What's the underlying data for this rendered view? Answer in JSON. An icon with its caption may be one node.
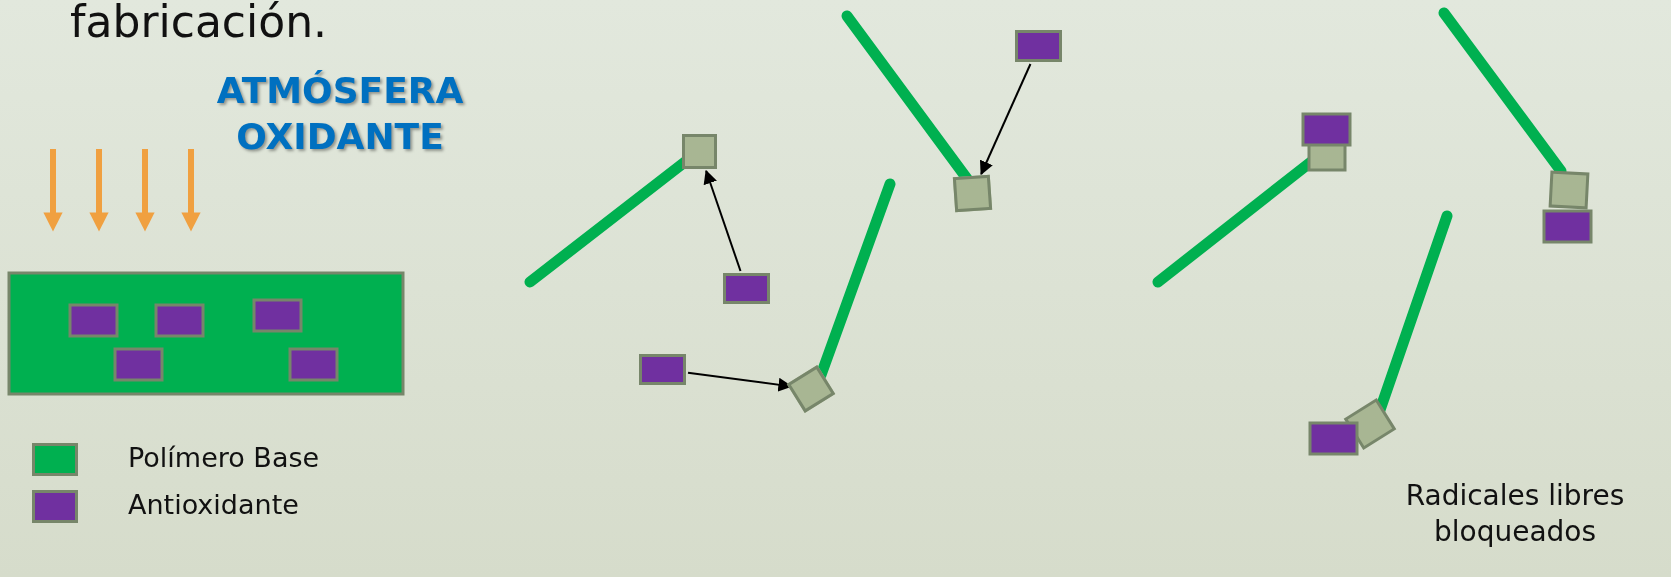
{
  "diagram": {
    "nodes": [
      {
        "text": [],
        "shape": "box"
      },
      {
        "text": [],
        "shape": "box"
      },
      {
        "text": [],
        "shape": "box"
      },
      {
        "text": [],
        "shape": "box"
      },
      {
        "text": [],
        "shape": "box"
      },
      {
        "text": [],
        "shape": "box"
      }
    ],
    "edges": [
      {
        "from": 1,
        "to": 3,
        "arrow": "to"
      },
      {
        "from": 2,
        "to": 5,
        "arrow": "to"
      },
      {
        "from": 0,
        "to": 4,
        "arrow": "to"
      }
    ],
    "labels": [
      "fabricación.",
      "ATMÓSFERA OXIDANTE",
      "Radicales libres bloqueados"
    ],
    "legend": [
      {
        "text": "Polímero Base",
        "color": "#00b050"
      },
      {
        "text": "Antioxidante",
        "color": "#7030a0"
      }
    ]
  }
}
